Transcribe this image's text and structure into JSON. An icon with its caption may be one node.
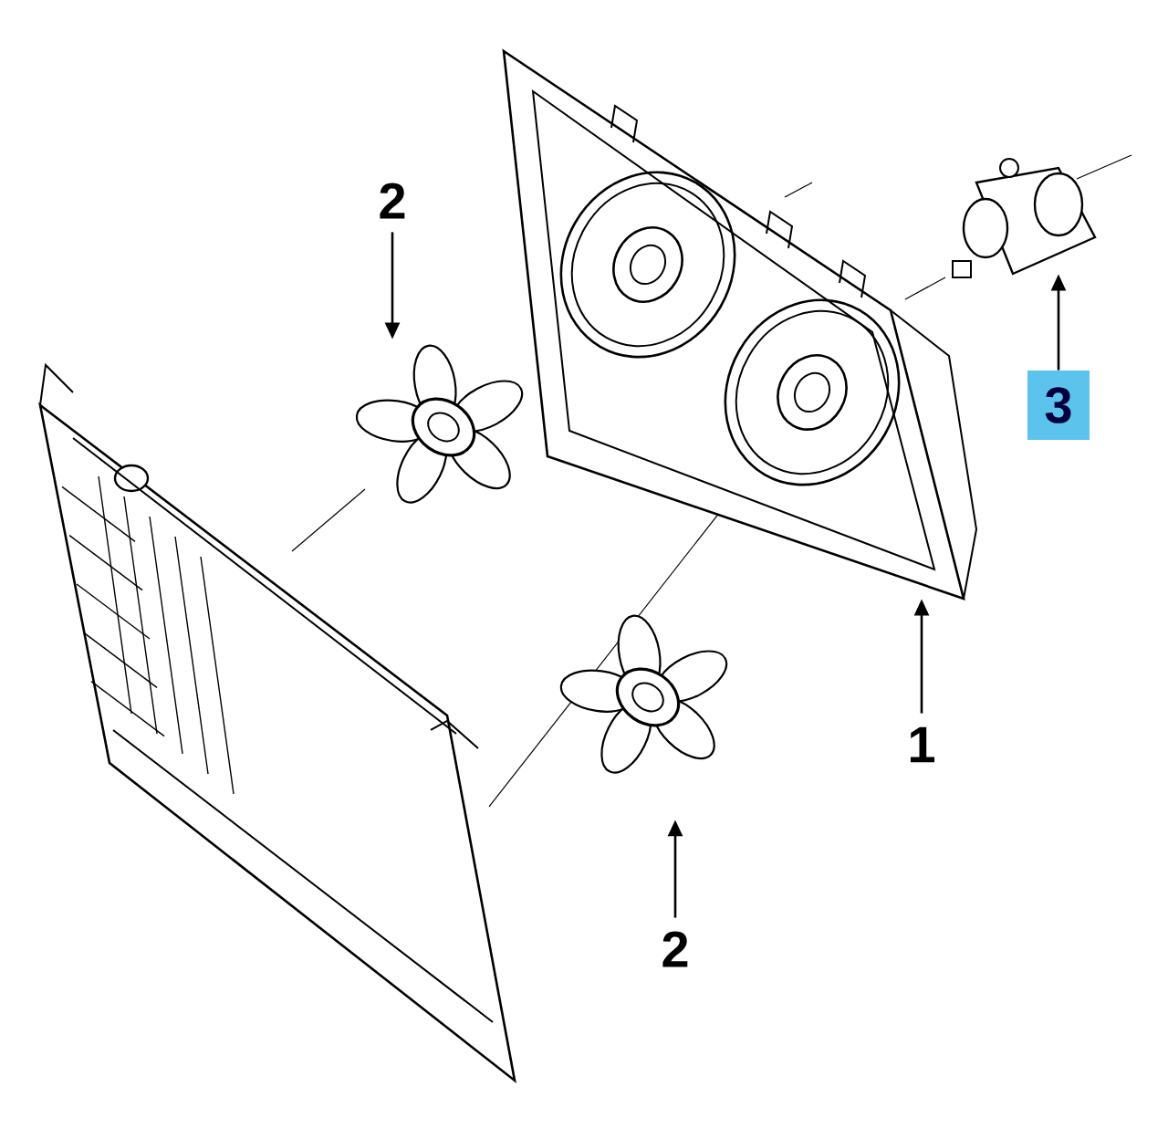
{
  "diagram": {
    "nodes": [
      {
        "text": [
          "2"
        ]
      },
      {
        "text": [
          "3"
        ]
      },
      {
        "text": [
          "1"
        ]
      },
      {
        "text": [
          "2"
        ]
      },
      {
        "text": [],
        "shape": "picture"
      },
      {
        "text": [],
        "shape": "picture"
      },
      {
        "text": [],
        "shape": "picture"
      },
      {
        "text": [],
        "shape": "picture"
      }
    ],
    "edges": [
      {
        "from": 0,
        "to": 4,
        "arrow": "to"
      },
      {
        "from": 1,
        "to": 6,
        "arrow": "to"
      },
      {
        "from": 2,
        "to": 5,
        "arrow": "to"
      },
      {
        "from": 3,
        "to": 7,
        "arrow": "to"
      }
    ]
  }
}
